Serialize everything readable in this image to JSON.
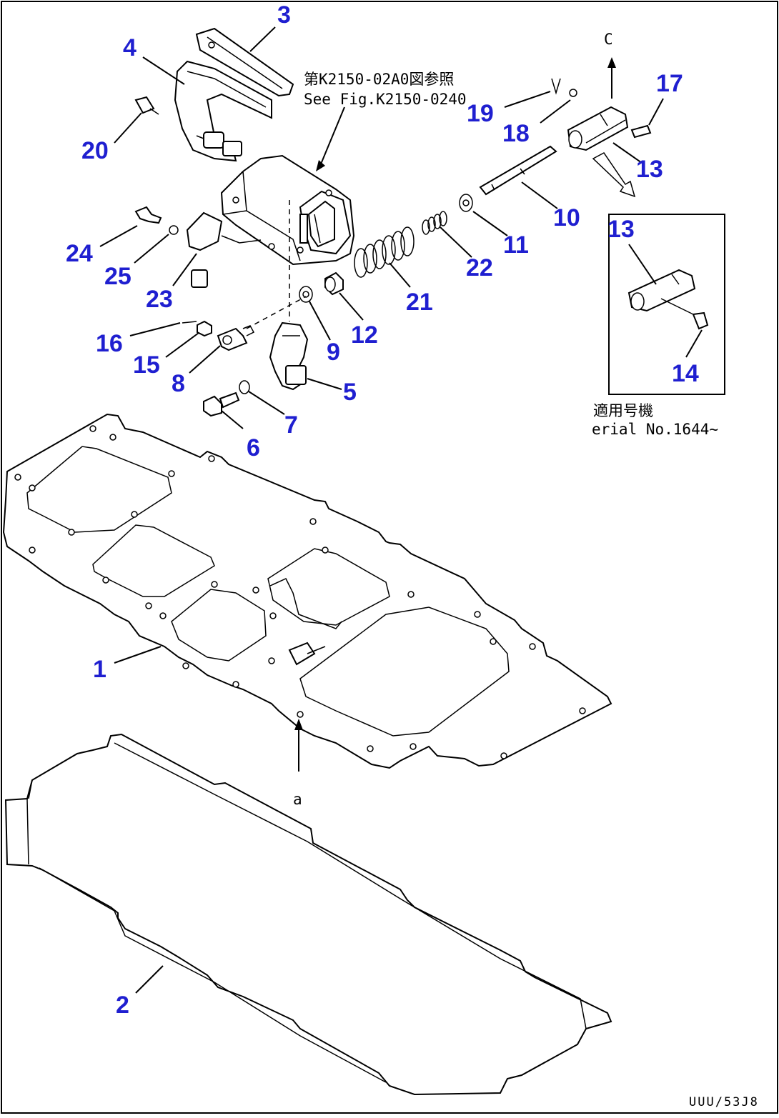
{
  "figure": {
    "border": true,
    "callout_color": "#1f1fd0",
    "line_color": "#000000",
    "background": "#ffffff"
  },
  "callouts": [
    {
      "id": "3",
      "label": "3"
    },
    {
      "id": "4",
      "label": "4"
    },
    {
      "id": "20",
      "label": "20"
    },
    {
      "id": "24",
      "label": "24"
    },
    {
      "id": "25",
      "label": "25"
    },
    {
      "id": "23",
      "label": "23"
    },
    {
      "id": "16",
      "label": "16"
    },
    {
      "id": "15",
      "label": "15"
    },
    {
      "id": "8",
      "label": "8"
    },
    {
      "id": "6",
      "label": "6"
    },
    {
      "id": "7",
      "label": "7"
    },
    {
      "id": "5",
      "label": "5"
    },
    {
      "id": "9",
      "label": "9"
    },
    {
      "id": "12",
      "label": "12"
    },
    {
      "id": "21",
      "label": "21"
    },
    {
      "id": "22",
      "label": "22"
    },
    {
      "id": "11",
      "label": "11"
    },
    {
      "id": "10",
      "label": "10"
    },
    {
      "id": "19",
      "label": "19"
    },
    {
      "id": "18",
      "label": "18"
    },
    {
      "id": "17",
      "label": "17"
    },
    {
      "id": "13a",
      "label": "13"
    },
    {
      "id": "13b",
      "label": "13"
    },
    {
      "id": "14",
      "label": "14"
    },
    {
      "id": "1",
      "label": "1"
    },
    {
      "id": "2",
      "label": "2"
    }
  ],
  "notes": {
    "ref_jp": "第K2150-02A0図参照",
    "ref_en": "See Fig.K2150-0240",
    "serial_jp": "適用号機",
    "serial_en": "erial No.1644~",
    "arrow_c": "C",
    "arrow_a": "a",
    "drawing_code": "UUU/53J8"
  }
}
